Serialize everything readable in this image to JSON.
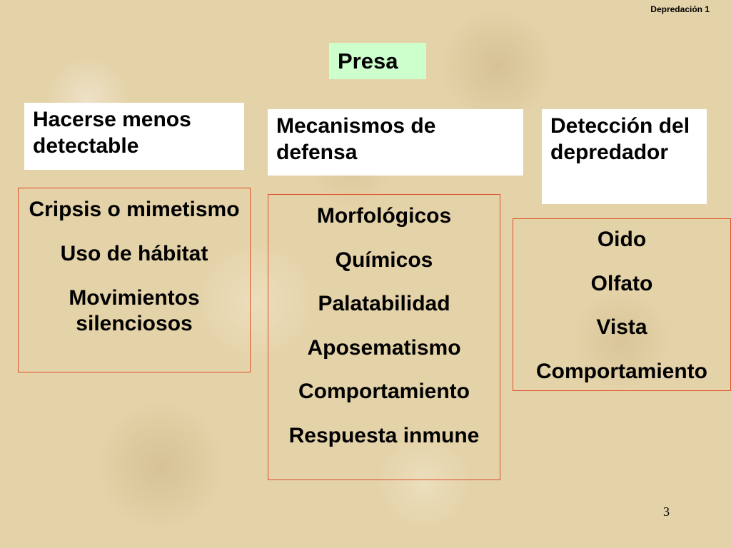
{
  "header_tag": "Depredación 1",
  "title": "Presa",
  "columns": [
    {
      "heading": "Hacerse menos detectable",
      "items": [
        "Cripsis o mimetismo",
        "Uso de hábitat",
        "Movimientos silenciosos"
      ]
    },
    {
      "heading": "Mecanismos de defensa",
      "items": [
        "Morfológicos",
        "Químicos",
        "Palatabilidad",
        "Aposematismo",
        "Comportamiento",
        "Respuesta inmune"
      ]
    },
    {
      "heading": "Detección del depredador",
      "items": [
        "Oido",
        "Olfato",
        "Vista",
        "Comportamiento"
      ]
    }
  ],
  "page_number": "3",
  "colors": {
    "background": "#e4d2a8",
    "title_fill": "#ccffcc",
    "heading_fill": "#ffffff",
    "list_border": "#e0502a"
  }
}
